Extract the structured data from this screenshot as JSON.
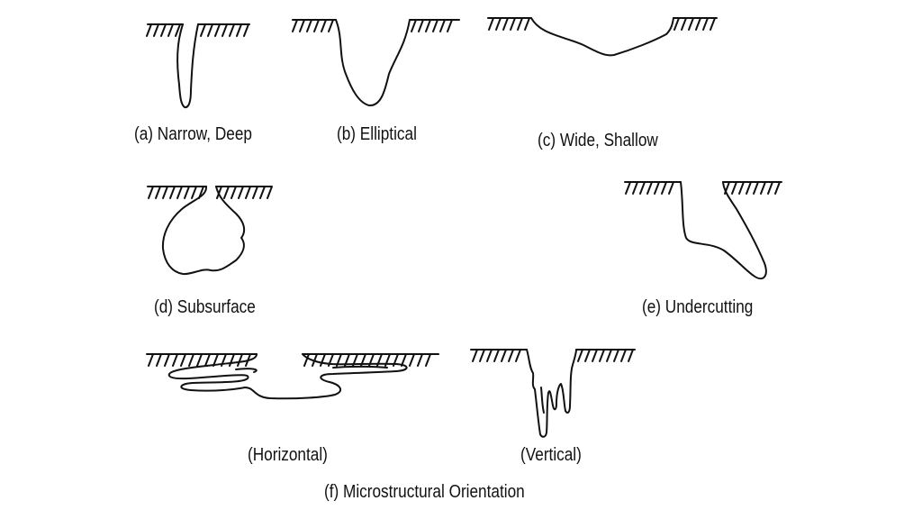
{
  "labels": {
    "a": "(a) Narrow, Deep",
    "b": "(b) Elliptical",
    "c": "(c) Wide, Shallow",
    "d": "(d) Subsurface",
    "e": "(e) Undercutting",
    "horizontal": "(Horizontal)",
    "vertical": "(Vertical)",
    "f": "(f) Microstructural Orientation"
  },
  "colors": {
    "ink": "#111111",
    "background": "#ffffff"
  }
}
